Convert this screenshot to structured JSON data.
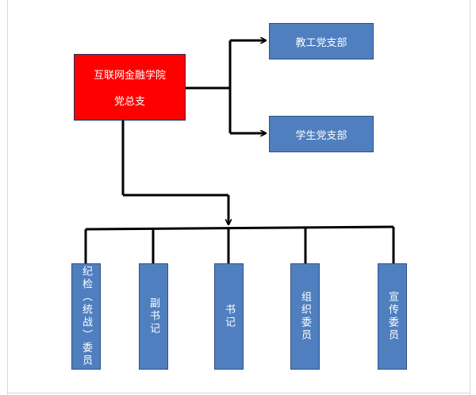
{
  "colors": {
    "root_fill": "#ff0000",
    "box_fill": "#4f7fbf",
    "line": "#000000",
    "text": "#ffffff"
  },
  "root": {
    "line1": "互联网金融学院",
    "line2": "党总支"
  },
  "branches": [
    {
      "label": "教工党支部"
    },
    {
      "label": "学生党支部"
    }
  ],
  "members": [
    {
      "label": "纪检（统战）委员"
    },
    {
      "label": "副书记"
    },
    {
      "label": "书记"
    },
    {
      "label": "组织委员"
    },
    {
      "label": "宣传委员"
    }
  ]
}
